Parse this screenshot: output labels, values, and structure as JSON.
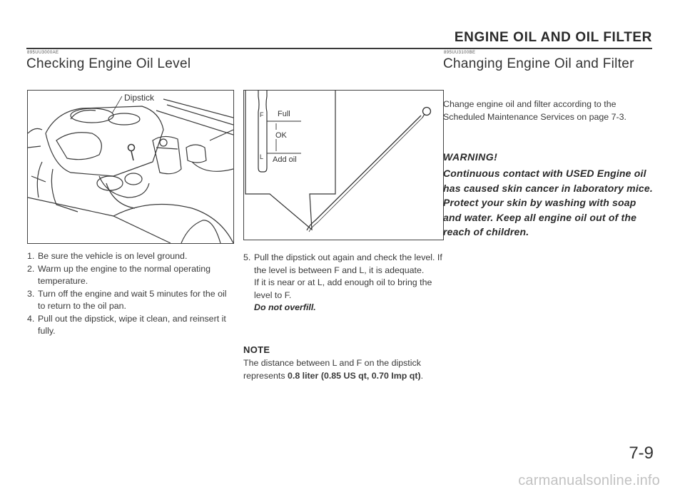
{
  "header": {
    "chapter_title": "ENGINE OIL AND OIL FILTER",
    "left_code": "895UU3000AE",
    "right_code": "895UU3100BE"
  },
  "left_section": {
    "title": "Checking Engine Oil Level",
    "engine_figure": {
      "callout": "Dipstick"
    },
    "dipstick_figure": {
      "marks": {
        "full": "Full",
        "ok": "OK",
        "add": "Add oil"
      },
      "letters": {
        "top": "F",
        "bottom": "L"
      }
    },
    "steps_col1": [
      {
        "num": "1.",
        "text": "Be sure the vehicle is on level ground."
      },
      {
        "num": "2.",
        "text": "Warm up the engine to the normal operating temperature."
      },
      {
        "num": "3.",
        "text": "Turn off the engine and wait 5 minutes for the oil to return to the oil pan."
      },
      {
        "num": "4.",
        "text": "Pull out the dipstick, wipe it clean, and reinsert it fully."
      }
    ],
    "step5": {
      "num": "5.",
      "line1": "Pull the dipstick out again and check the level. If the level is between F and L, it is adequate.",
      "line2": "If it is near or at L, add enough oil to bring the level to F.",
      "emphasis": "Do not overfill."
    },
    "note": {
      "title": "NOTE",
      "text_before": "The distance between L and F on the dipstick represents ",
      "text_bold": "0.8 liter (0.85 US qt, 0.70 Imp qt)",
      "text_after": "."
    }
  },
  "right_section": {
    "title": "Changing Engine Oil and Filter",
    "intro": "Change engine oil and filter according to the Scheduled Maintenance Services on page 7-3.",
    "warning_title": "WARNING!",
    "warning_text": "Continuous contact with USED Engine oil has caused skin cancer in laboratory mice. Protect your skin by washing with soap and water. Keep all engine oil out of the reach of children."
  },
  "page_number": "7-9",
  "watermark": "carmanualsonline.info"
}
